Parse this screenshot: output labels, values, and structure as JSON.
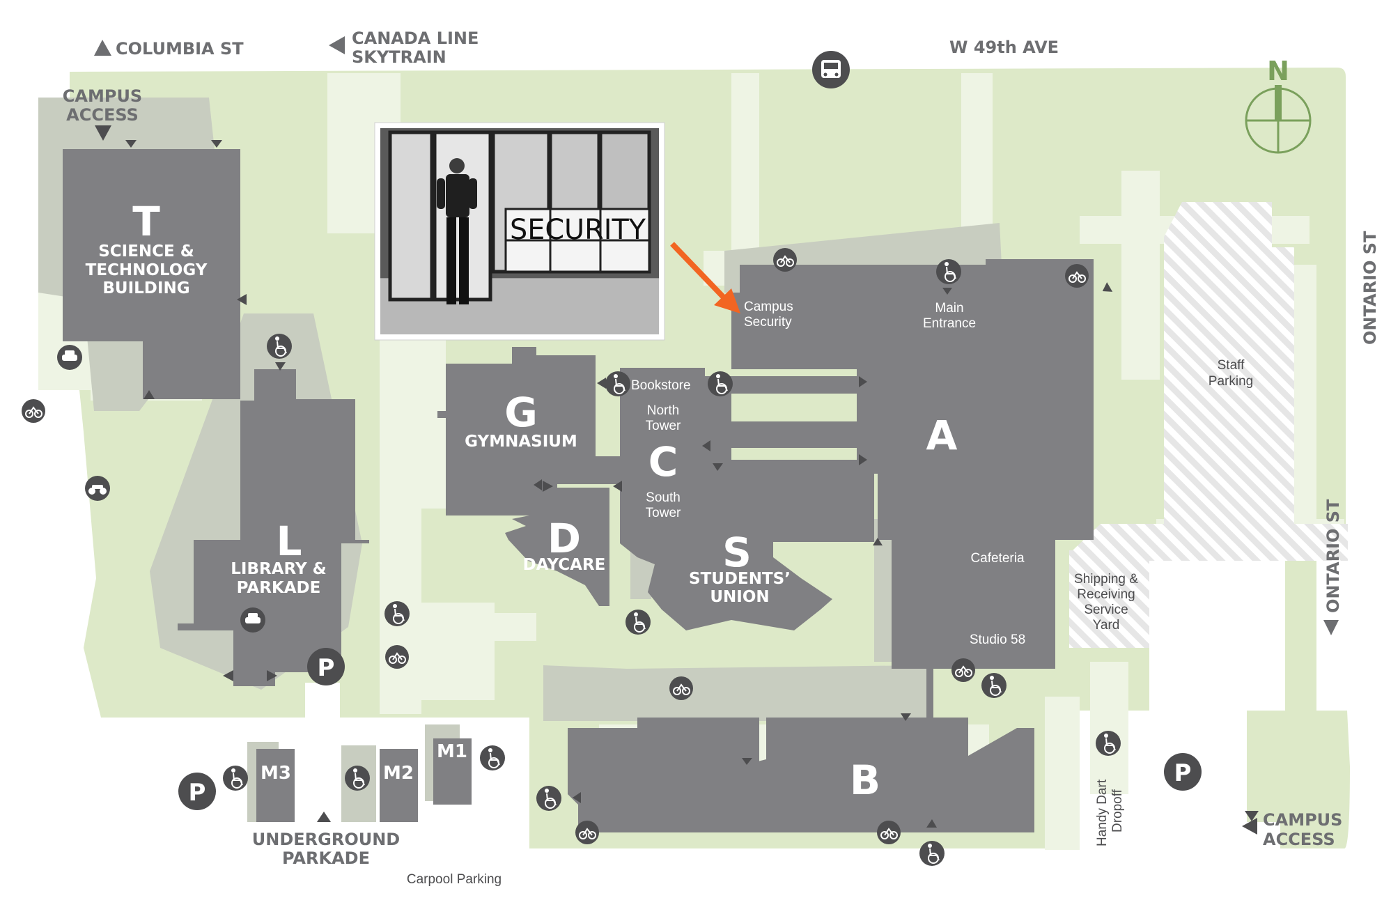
{
  "streets": {
    "columbia": "COLUMBIA ST",
    "canada_line_1": "CANADA LINE",
    "canada_line_2": "SKYTRAIN",
    "w49": "W 49th AVE",
    "ontario_top": "ONTARIO ST",
    "ontario_bottom": "ONTARIO ST"
  },
  "access": {
    "nw_1": "CAMPUS",
    "nw_2": "ACCESS",
    "se_1": "CAMPUS",
    "se_2": "ACCESS"
  },
  "compass": {
    "label": "N"
  },
  "buildings": {
    "t": {
      "letter": "T",
      "name_1": "SCIENCE &",
      "name_2": "TECHNOLOGY",
      "name_3": "BUILDING"
    },
    "g": {
      "letter": "G",
      "name": "GYMNASIUM"
    },
    "c": {
      "letter": "C",
      "north_1": "North",
      "north_2": "Tower",
      "south_1": "South",
      "south_2": "Tower"
    },
    "d": {
      "letter": "D",
      "name": "DAYCARE"
    },
    "s": {
      "letter": "S",
      "name_1": "STUDENTS’",
      "name_2": "UNION"
    },
    "l": {
      "letter": "L",
      "name_1": "LIBRARY &",
      "name_2": "PARKADE"
    },
    "a": {
      "letter": "A"
    },
    "b": {
      "letter": "B"
    },
    "m1": {
      "letter": "M1"
    },
    "m2": {
      "letter": "M2"
    },
    "m3": {
      "letter": "M3"
    }
  },
  "labels": {
    "campus_security_1": "Campus",
    "campus_security_2": "Security",
    "main_entrance_1": "Main",
    "main_entrance_2": "Entrance",
    "bookstore": "Bookstore",
    "cafeteria": "Cafeteria",
    "studio58": "Studio 58",
    "staff_parking_1": "Staff",
    "staff_parking_2": "Parking",
    "shipping_1": "Shipping &",
    "shipping_2": "Receiving",
    "shipping_3": "Service",
    "shipping_4": "Yard",
    "underground_1": "UNDERGROUND",
    "underground_2": "PARKADE",
    "carpool": "Carpool Parking",
    "handy_dart_1": "Handy Dart",
    "handy_dart_2": "Dropoff"
  },
  "photo": {
    "sign_text": "SECURITY"
  },
  "parking_symbol": "P",
  "colors": {
    "ground": "#dde9c8",
    "path": "#eef4e4",
    "building": "#808083",
    "shadow": "#c5c9bd",
    "highlight_arrow": "#f26522",
    "compass": "#7aa05c",
    "icon": "#4d4d4f"
  },
  "icons": [
    "bus-icon",
    "accessible-icon",
    "bicycle-icon",
    "motorcycle-icon",
    "car-icon",
    "parking-icon",
    "compass-icon"
  ]
}
